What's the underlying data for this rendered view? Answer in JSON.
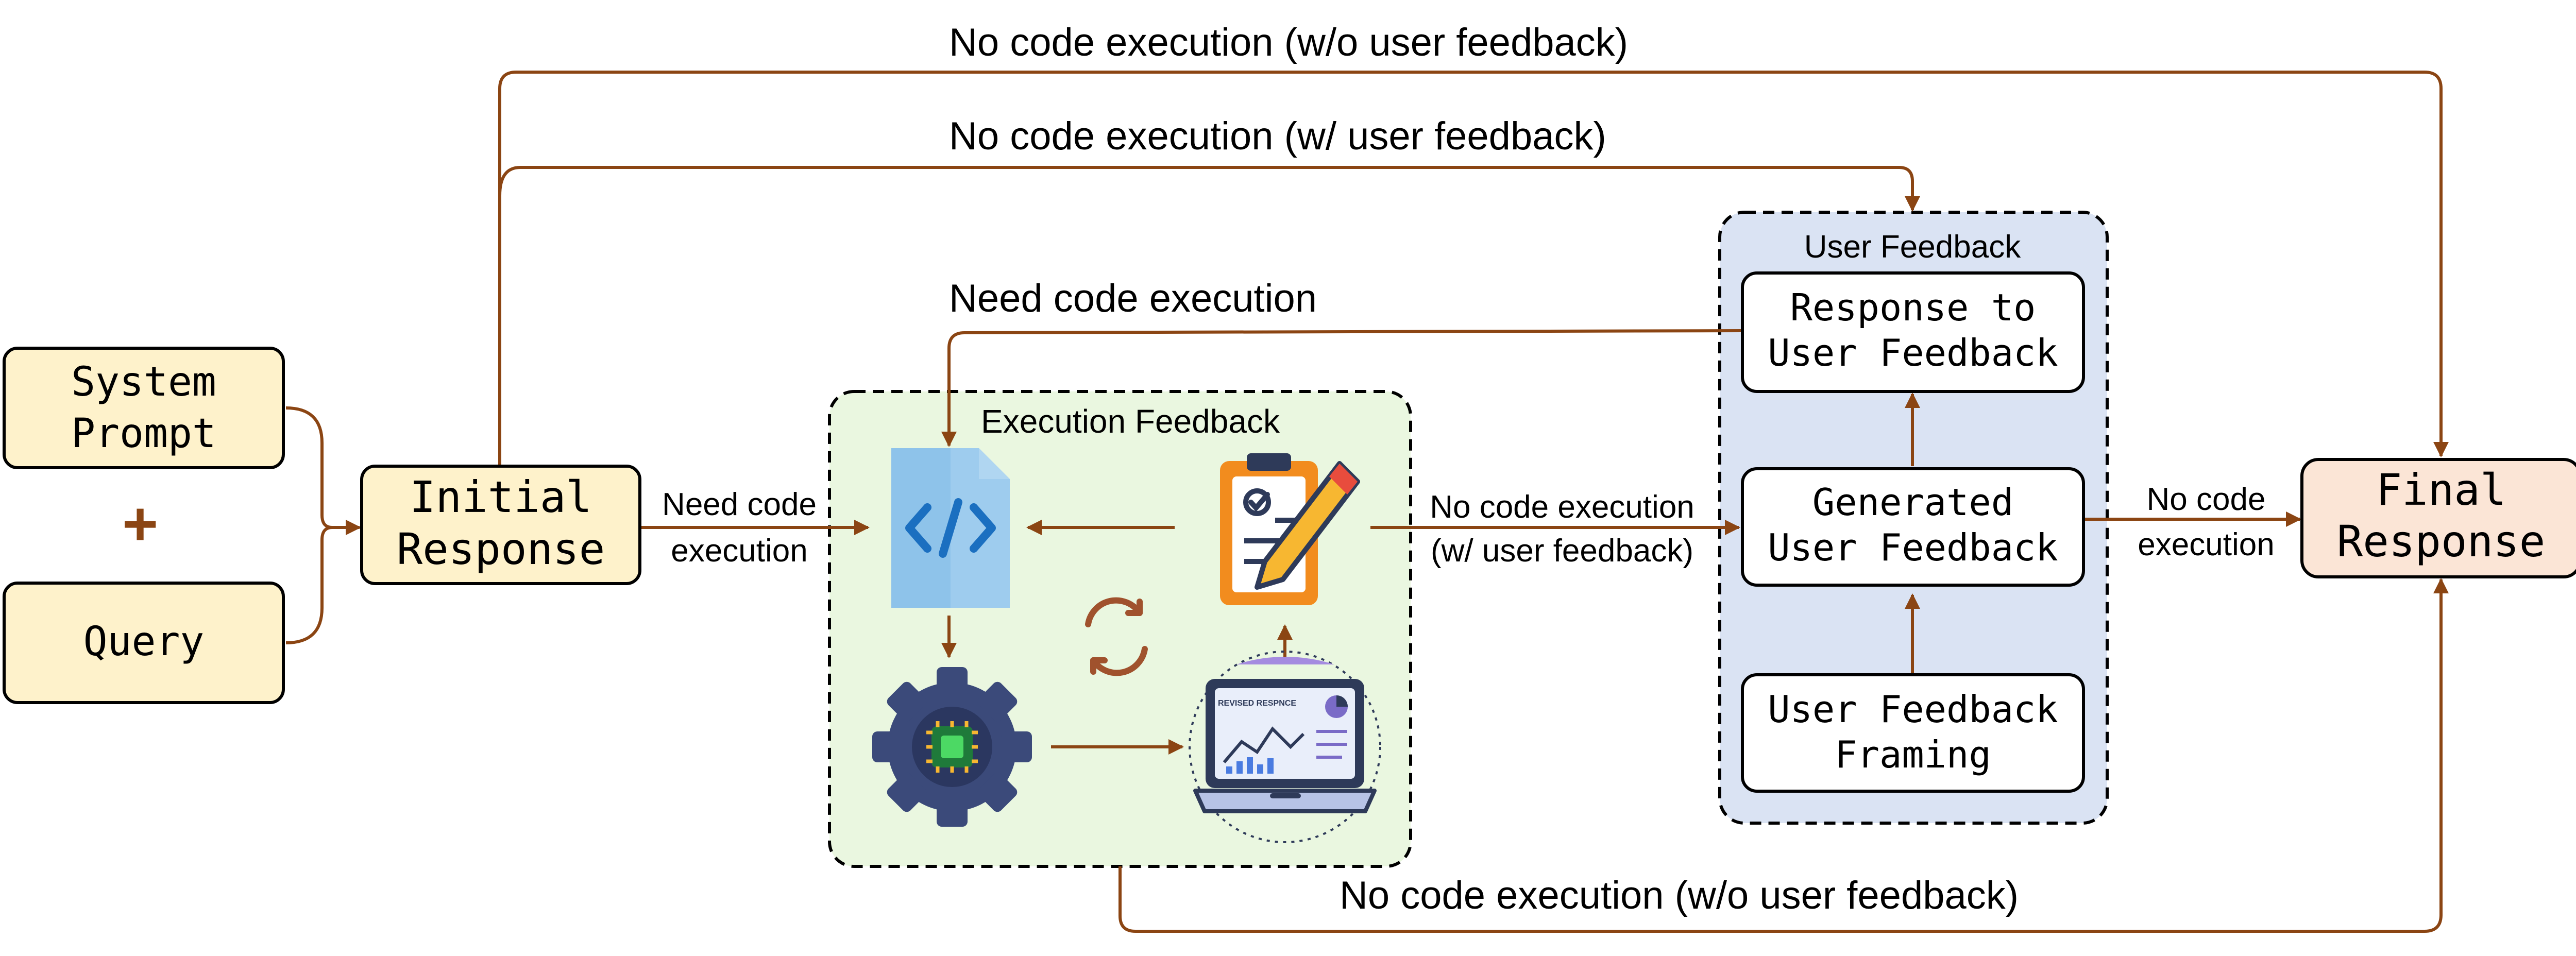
{
  "colors": {
    "arrow": "#8B4513",
    "input_fill": "#FEF2CB",
    "final_fill": "#FBE5D6",
    "exec_panel_fill": "#EAF7E0",
    "user_panel_fill": "#DAE3F3",
    "box_stroke": "#000000"
  },
  "inputs": {
    "system_prompt": [
      "System",
      "Prompt"
    ],
    "plus": "+",
    "query": "Query"
  },
  "initial_response": [
    "Initial",
    "Response"
  ],
  "execution_feedback": {
    "title": "Execution Feedback",
    "icons": [
      "code-file-icon",
      "checklist-pencil-icon",
      "cpu-gear-icon",
      "laptop-dashboard-icon",
      "refresh-cycle-icon"
    ],
    "dashboard_caption": "REVISED RESPNCE"
  },
  "user_feedback": {
    "title": "User Feedback",
    "response_to_feedback": [
      "Response to",
      "User Feedback"
    ],
    "generated_feedback": [
      "Generated",
      "User Feedback"
    ],
    "framing": [
      "User Feedback",
      "Framing"
    ]
  },
  "final_response": [
    "Final",
    "Response"
  ],
  "edge_labels": {
    "top_wo_feedback": "No code execution (w/o user feedback)",
    "top_w_feedback": "No code execution (w/ user feedback)",
    "need_exec_loop": "Need code execution",
    "need_exec_in": [
      "Need code",
      "execution"
    ],
    "exec_to_user": [
      "No code execution",
      "(w/ user feedback)"
    ],
    "user_to_final": [
      "No code",
      "execution"
    ],
    "bottom_wo_feedback": "No code execution (w/o user feedback)"
  }
}
